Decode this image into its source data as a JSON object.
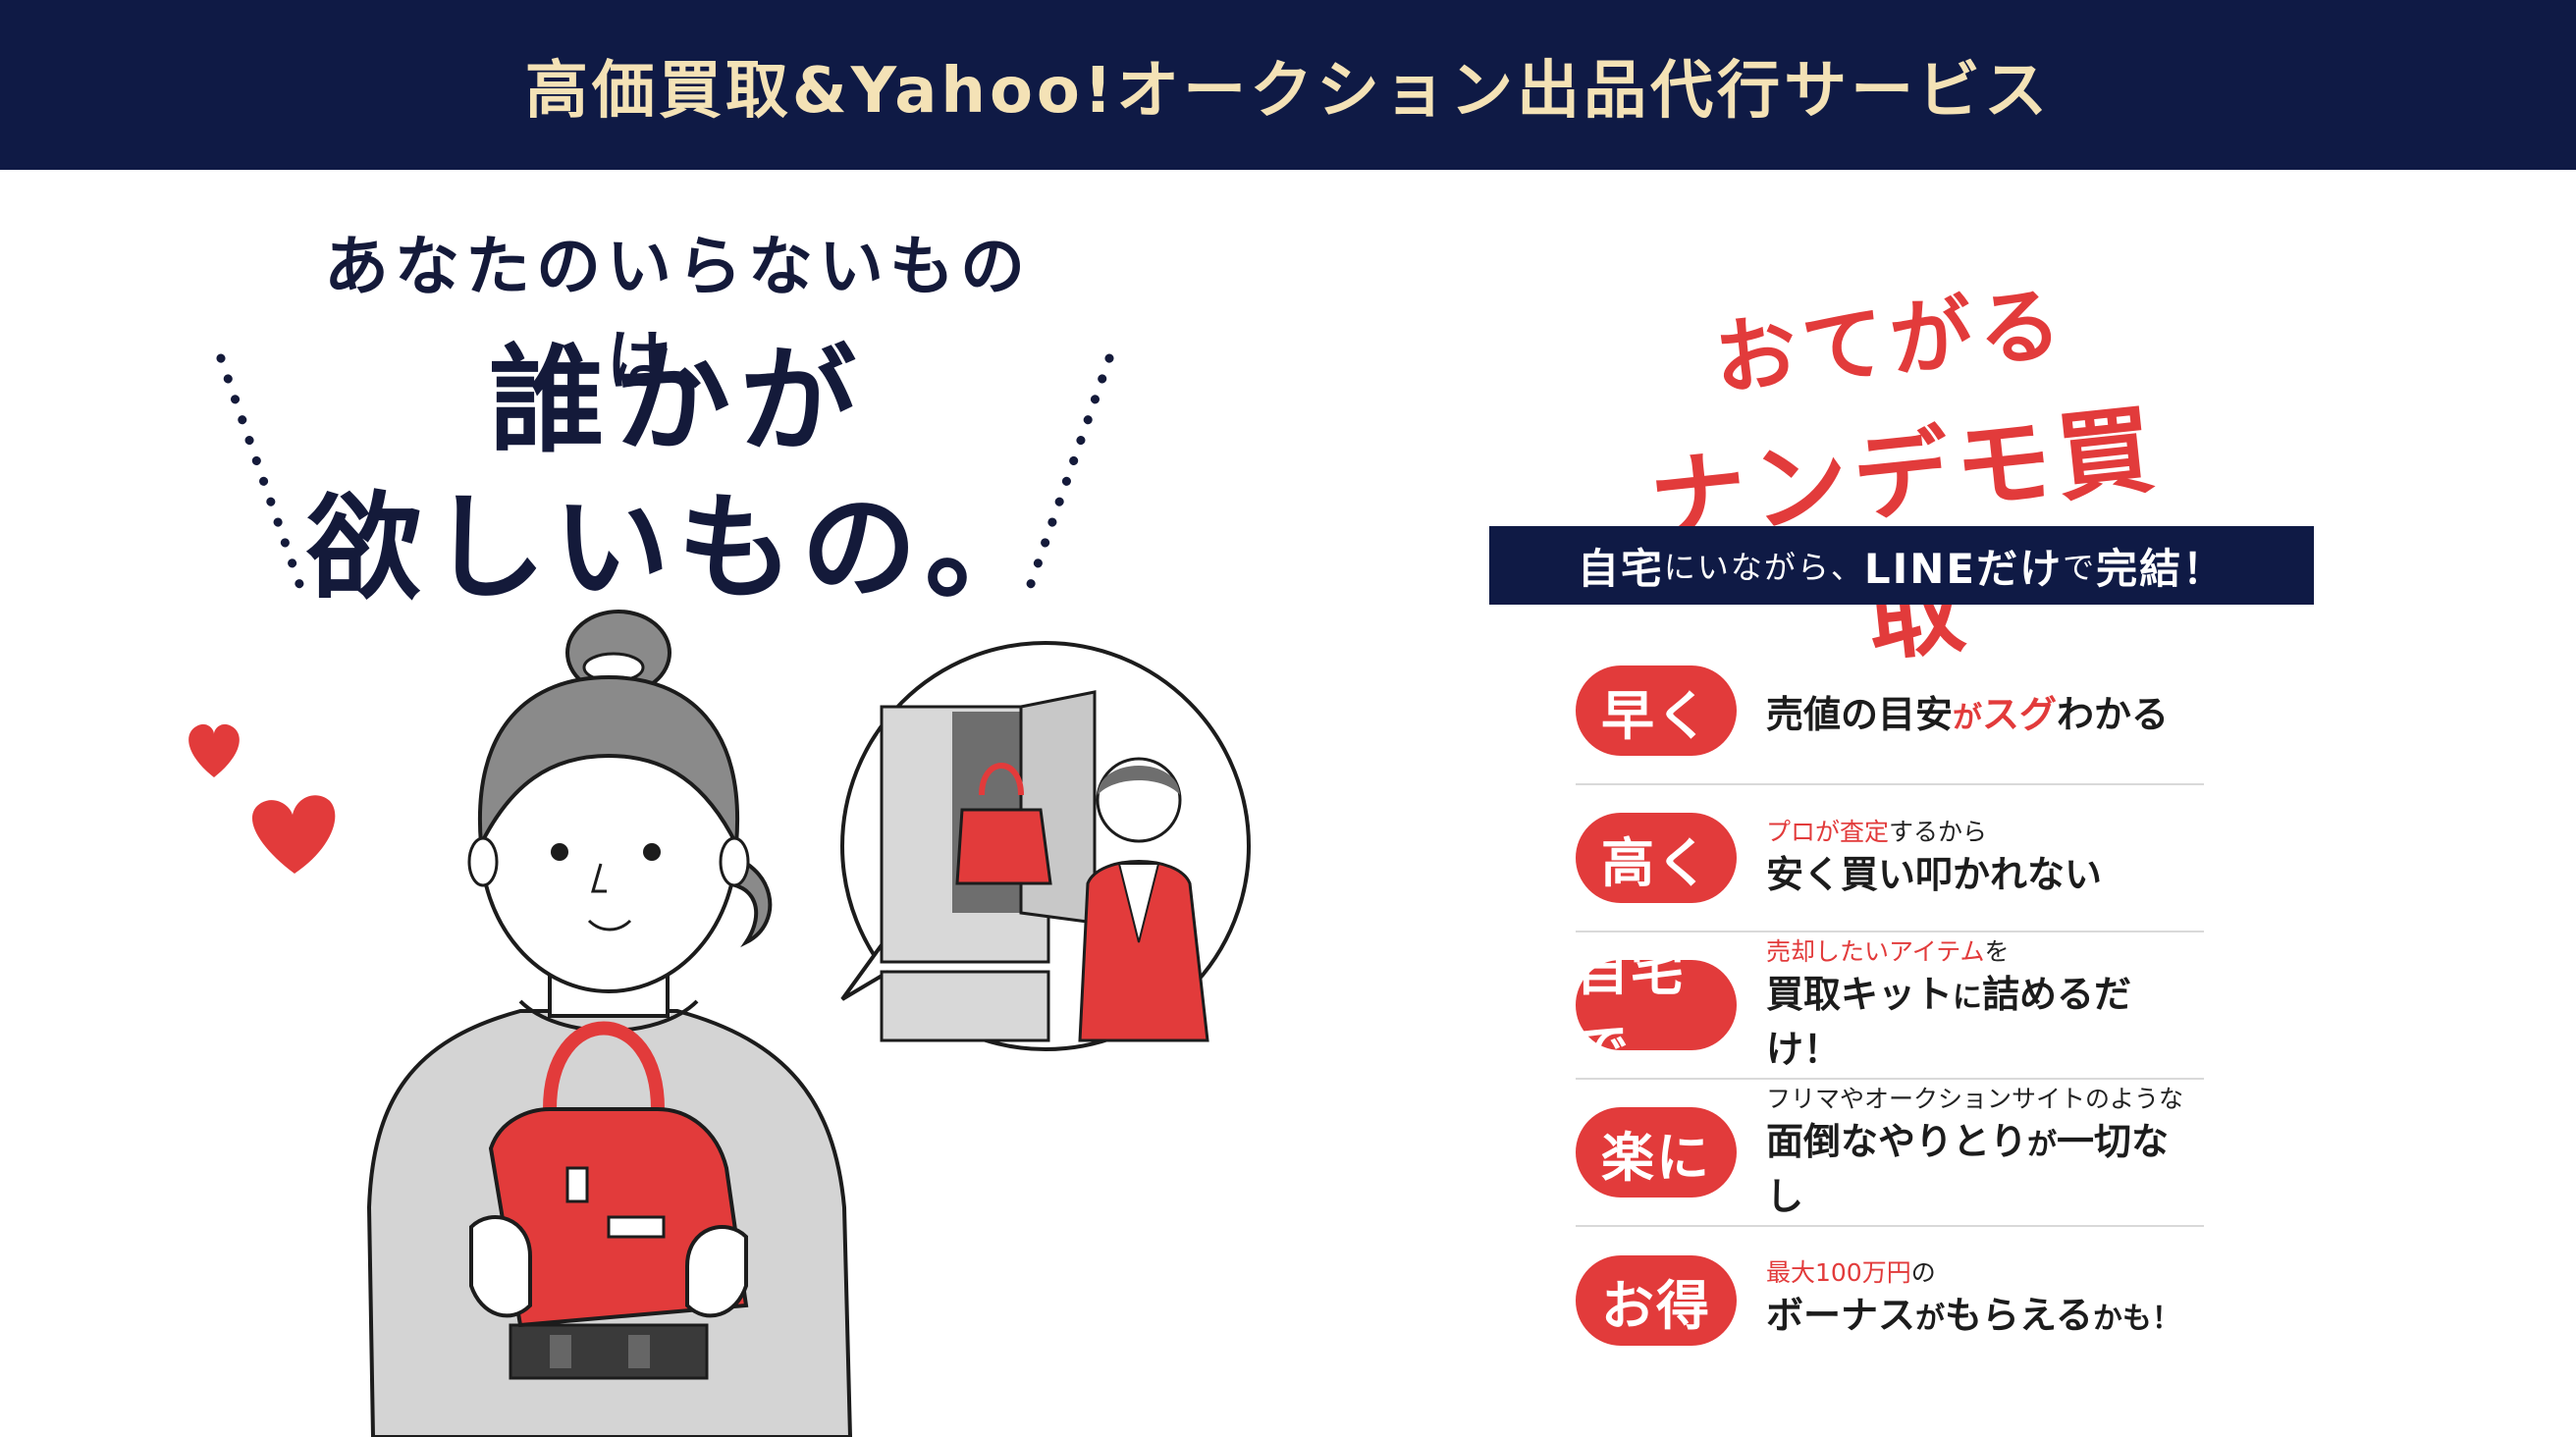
{
  "header": {
    "title": "高価買取&Yahoo!オークション出品代行サービス"
  },
  "hero": {
    "line1": "あなたのいらないものは、",
    "line2": "誰かが",
    "line3": "欲しいもの。"
  },
  "brand": {
    "line1": "おてがる",
    "line2": "ナンデモ買取"
  },
  "banner": {
    "part1": "自宅",
    "part2": "にいながら、",
    "part3": "LINEだけ",
    "part4": "で",
    "part5": "完結！"
  },
  "features": [
    {
      "label": "早く",
      "big_a": "売値の目安",
      "big_b": "が",
      "big_c": "スグ",
      "big_d": "わかる"
    },
    {
      "label": "高く",
      "small_a": "プロが査定",
      "small_b": "するから",
      "big": "安く買い叩かれない"
    },
    {
      "label": "自宅で",
      "small_a": "売却したいアイテム",
      "small_b": "を",
      "big_a": "買取キット",
      "big_b": "に",
      "big_c": "詰めるだけ！"
    },
    {
      "label": "楽に",
      "small": "フリマやオークションサイトのような",
      "big_a": "面倒なやりとり",
      "big_b": "が",
      "big_c": "一切なし"
    },
    {
      "label": "お得",
      "small_a": "最大100万円",
      "small_b": "の",
      "big_a": "ボーナス",
      "big_b": "が",
      "big_c": "もらえる",
      "big_d": "かも！"
    }
  ],
  "colors": {
    "navy": "#0f1a45",
    "red": "#e23b3b",
    "cream": "#f4e2b6"
  }
}
